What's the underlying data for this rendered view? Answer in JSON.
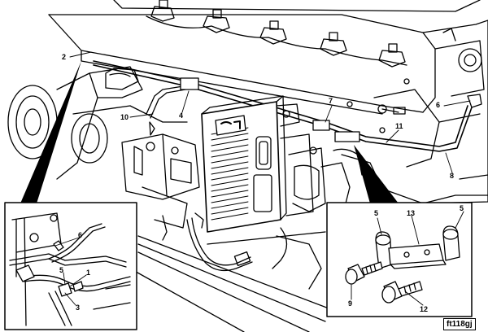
{
  "figure_ref": "ft118gj",
  "callouts": {
    "c1": "1",
    "c2": "2",
    "c3": "3",
    "c4": "4",
    "c5a": "5",
    "c6a": "6",
    "c6b": "6",
    "c7": "7",
    "c8": "8",
    "c10": "10",
    "c11": "11",
    "c5b": "5",
    "c5c": "5",
    "c13": "13",
    "c9": "9",
    "c12": "12"
  },
  "colors": {
    "line": "#000000",
    "paper": "#ffffff",
    "shade": "#cfcfcf"
  }
}
